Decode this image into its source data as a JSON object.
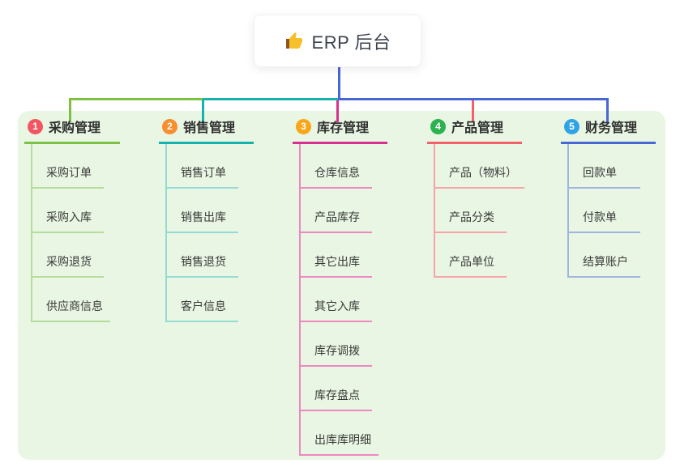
{
  "root": {
    "title": "ERP 后台",
    "icon": "thumbs-up-icon",
    "icon_color": "#f6c02a",
    "icon_cuff_color": "#8d5524",
    "connector_color": "#4866d4"
  },
  "canvas": {
    "panel_bg": "#e8f6e3",
    "page_bg": "#ffffff"
  },
  "branches": [
    {
      "number": "1",
      "label": "采购管理",
      "badge_color": "#f25663",
      "line_color": "#7cc144",
      "child_line_color": "#b5dc9b",
      "children": [
        "采购订单",
        "采购入库",
        "采购退货",
        "供应商信息"
      ]
    },
    {
      "number": "2",
      "label": "销售管理",
      "badge_color": "#f78f31",
      "line_color": "#16b3ac",
      "child_line_color": "#93dcd5",
      "children": [
        "销售订单",
        "销售出库",
        "销售退货",
        "客户信息"
      ]
    },
    {
      "number": "3",
      "label": "库存管理",
      "badge_color": "#f9a61a",
      "line_color": "#d93090",
      "child_line_color": "#ef87c2",
      "children": [
        "仓库信息",
        "产品库存",
        "其它出库",
        "其它入库",
        "库存调拨",
        "库存盘点",
        "出库库明细"
      ]
    },
    {
      "number": "4",
      "label": "产品管理",
      "badge_color": "#2cb34f",
      "line_color": "#f4606a",
      "child_line_color": "#f8a3a8",
      "children": [
        "产品（物料）",
        "产品分类",
        "产品单位"
      ]
    },
    {
      "number": "5",
      "label": "财务管理",
      "badge_color": "#30a3e6",
      "line_color": "#4866d4",
      "child_line_color": "#a0b4e0",
      "children": [
        "回款单",
        "付款单",
        "结算账户"
      ]
    }
  ]
}
